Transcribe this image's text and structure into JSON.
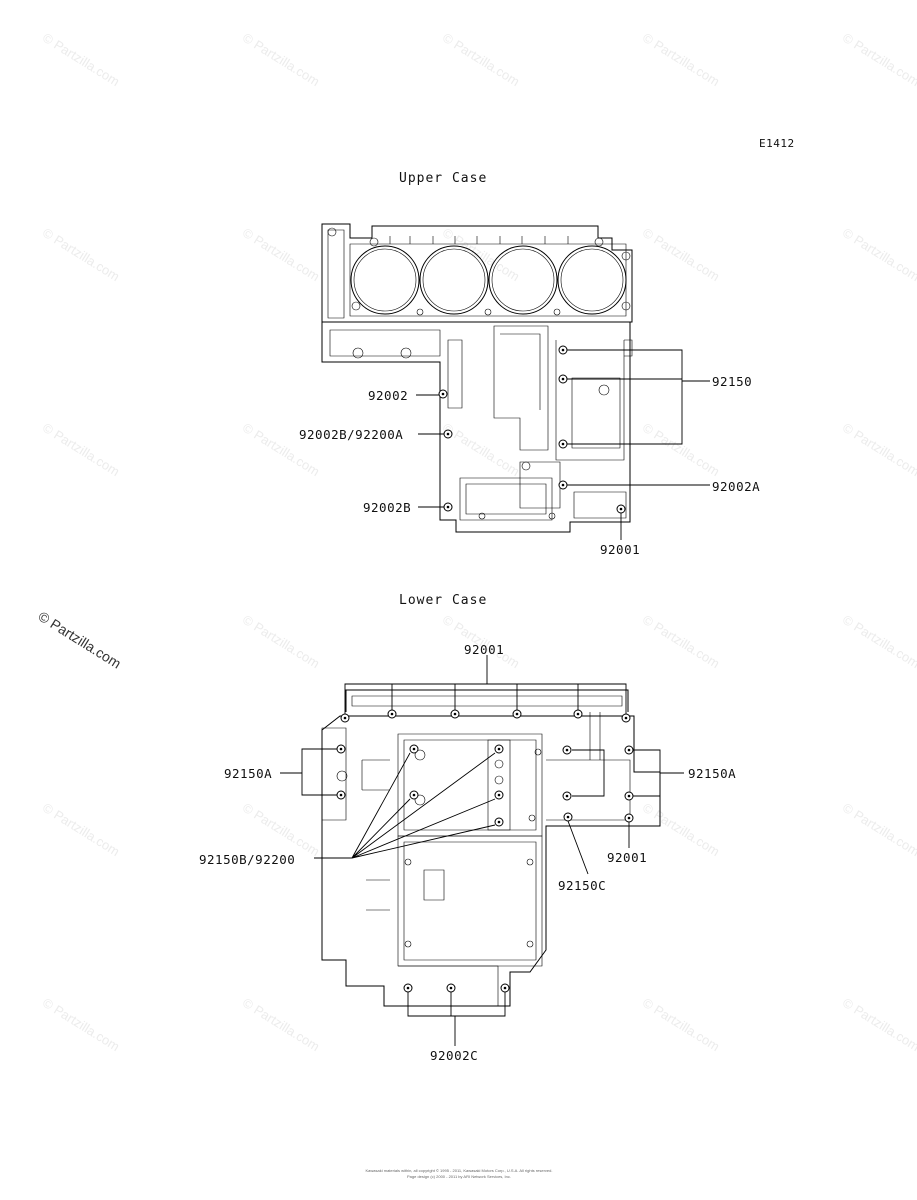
{
  "watermark": {
    "text": "© Partzilla.com",
    "prominent_text": "© Partzilla.com"
  },
  "diagram_code": "E1412",
  "upper_case": {
    "title": "Upper Case",
    "labels": {
      "l92150": "92150",
      "l92002": "92002",
      "l92002B_92200A": "92002B/92200A",
      "l92002A": "92002A",
      "l92002B": "92002B",
      "l92001": "92001"
    }
  },
  "lower_case": {
    "title": "Lower Case",
    "labels": {
      "l92001_top": "92001",
      "l92150A_left": "92150A",
      "l92150A_right": "92150A",
      "l92150B_92200": "92150B/92200",
      "l92001_right": "92001",
      "l92150C": "92150C",
      "l92002C": "92002C"
    }
  },
  "footer": {
    "line1": "Kawasaki materials within, all copyright © 1995 - 2011, Kawasaki Motors Corp., U.S.A. All rights reserved.",
    "line2": "Page design (c) 2000 - 2011 by ARI Network Services, Inc."
  }
}
